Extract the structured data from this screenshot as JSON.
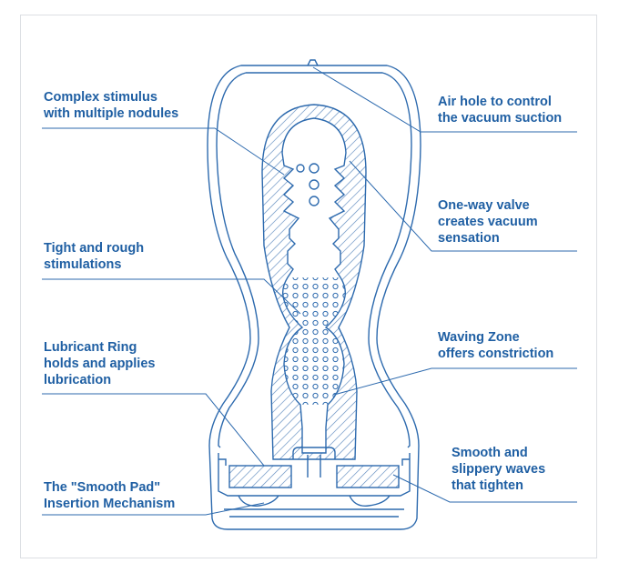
{
  "colors": {
    "accent": "#1f5fa3",
    "line": "#2d6aae",
    "hatch": "#5b88bd",
    "background": "#ffffff"
  },
  "labels": {
    "complex_stimulus": "Complex stimulus\nwith multiple nodules",
    "tight_rough": "Tight and rough\nstimulations",
    "lubricant_ring": "Lubricant Ring\nholds and applies\nlubrication",
    "smooth_pad": "The \"Smooth Pad\"\nInsertion Mechanism",
    "air_hole": "Air hole to control\nthe vacuum suction",
    "one_way_valve": "One-way valve\ncreates vacuum\nsensation",
    "waving_zone": "Waving Zone\noffers constriction",
    "smooth_waves": "Smooth and\nslippery waves\nthat tighten"
  }
}
